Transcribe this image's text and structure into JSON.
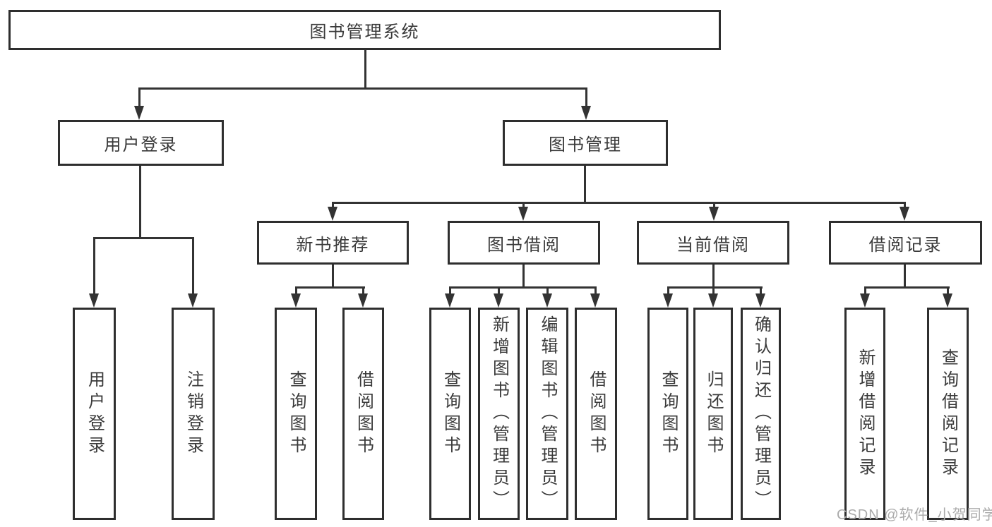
{
  "diagram_type": "hierarchy-tree",
  "colors": {
    "background": "#ffffff",
    "box_border": "#2e2e2e",
    "line": "#333333",
    "text": "#3a3a3a",
    "watermark": "#ababab"
  },
  "tree": {
    "label": "图书管理系统",
    "children": [
      {
        "label": "用户登录",
        "children": [
          {
            "label": "用户登录"
          },
          {
            "label": "注销登录"
          }
        ]
      },
      {
        "label": "图书管理",
        "children": [
          {
            "label": "新书推荐",
            "children": [
              {
                "label": "查询图书"
              },
              {
                "label": "借阅图书"
              }
            ]
          },
          {
            "label": "图书借阅",
            "children": [
              {
                "label": "查询图书"
              },
              {
                "label": "新增图书（管理员）"
              },
              {
                "label": "编辑图书（管理员）"
              },
              {
                "label": "借阅图书"
              }
            ]
          },
          {
            "label": "当前借阅",
            "children": [
              {
                "label": "查询图书"
              },
              {
                "label": "归还图书"
              },
              {
                "label": "确认归还（管理员）"
              }
            ]
          },
          {
            "label": "借阅记录",
            "children": [
              {
                "label": "新增借阅记录"
              },
              {
                "label": "查询借阅记录"
              }
            ]
          }
        ]
      }
    ]
  },
  "watermark": "CSDN @软件_小贺同学"
}
